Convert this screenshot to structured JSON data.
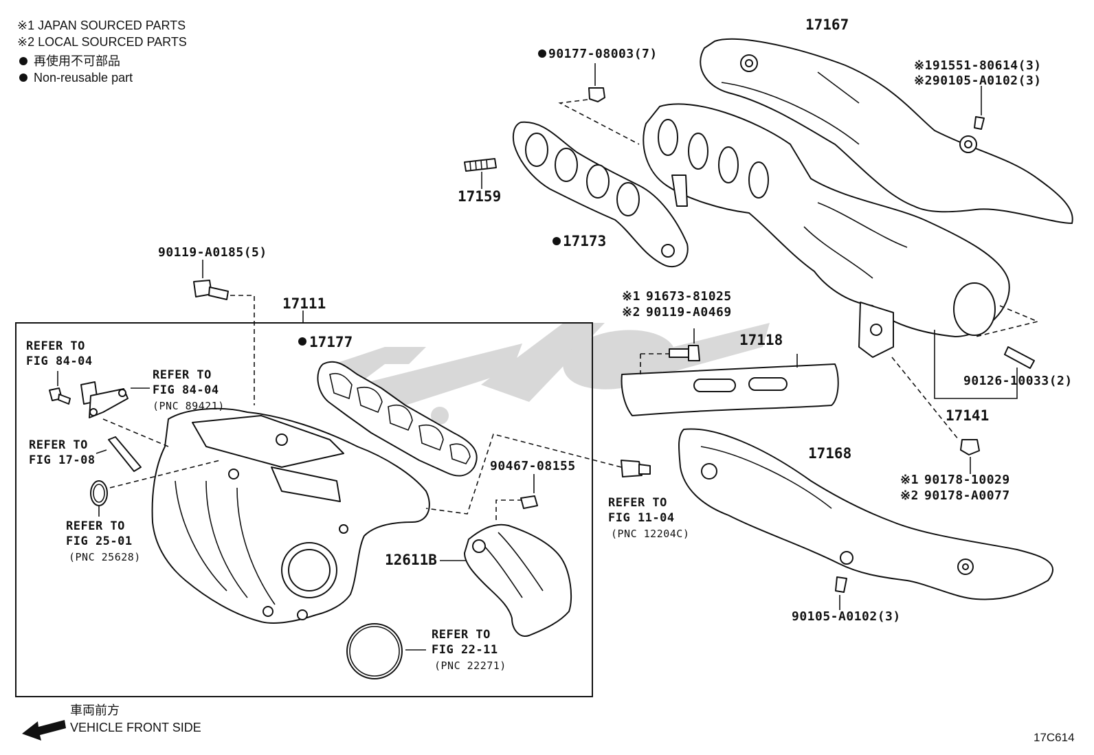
{
  "notes": {
    "japan_sourced": "※1 JAPAN SOURCED PARTS",
    "local_sourced": "※2 LOCAL SOURCED PARTS",
    "non_reusable_jp": "再使用不可部品",
    "non_reusable_en": "Non-reusable part"
  },
  "parts": {
    "p17167": "17167",
    "p191551": "※191551-80614(3)",
    "p290105": "※290105-A0102(3)",
    "p90177": "90177-08003(7)",
    "p17159": "17159",
    "p17173": "17173",
    "p90119_a0185": "90119-A0185(5)",
    "p17111": "17111",
    "p17177": "17177",
    "p91673": "91673-81025",
    "p90119_a0469": "90119-A0469",
    "p17118": "17118",
    "p90126": "90126-10033(2)",
    "p17141": "17141",
    "p17168": "17168",
    "p90178_10029": "90178-10029",
    "p90178_a0077": "90178-A0077",
    "p90105": "90105-A0102(3)",
    "p90467": "90467-08155",
    "p12611b": "12611B",
    "mark1": "※1",
    "mark2": "※2"
  },
  "refs": {
    "refer_to": "REFER TO",
    "fig_84_04": "FIG 84-04",
    "pnc_89421": "(PNC 89421)",
    "fig_17_08": "FIG 17-08",
    "fig_25_01": "FIG 25-01",
    "pnc_25628": "(PNC 25628)",
    "fig_11_04": "FIG 11-04",
    "pnc_12204c": "(PNC 12204C)",
    "fig_22_11": "FIG 22-11",
    "pnc_22271": "(PNC 22271)"
  },
  "footer": {
    "front_jp": "車両前方",
    "front_en": "VEHICLE FRONT SIDE",
    "figure_code": "17C614"
  },
  "colors": {
    "line": "#111111",
    "background": "#ffffff",
    "watermark": "#b9b9b9"
  }
}
